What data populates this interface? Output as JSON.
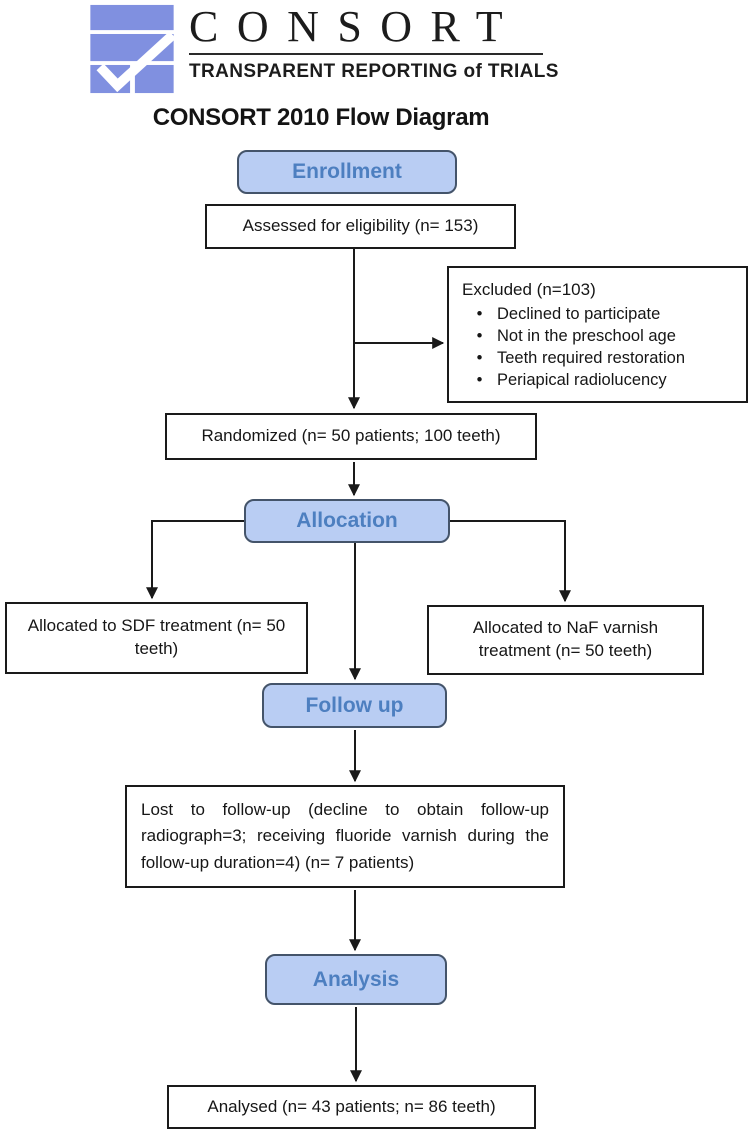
{
  "logo": {
    "wordmark": "CONSORT",
    "tagline": "TRANSPARENT REPORTING of TRIALS"
  },
  "title": "CONSORT 2010 Flow Diagram",
  "stages": {
    "enrollment": "Enrollment",
    "allocation": "Allocation",
    "follow_up": "Follow up",
    "analysis": "Analysis"
  },
  "flow": {
    "assessed": "Assessed for eligibility (n= 153)",
    "excluded": {
      "title": "Excluded (n=103)",
      "items": [
        "Declined to participate",
        "Not in the preschool age",
        "Teeth required restoration",
        "Periapical radiolucency"
      ]
    },
    "randomized": "Randomized (n= 50 patients; 100 teeth)",
    "allocated_sdf": "Allocated to SDF treatment (n= 50 teeth)",
    "allocated_naf": "Allocated to NaF varnish treatment (n= 50 teeth)",
    "lost_followup": "Lost to follow-up (decline to obtain follow-up radiograph=3; receiving fluoride varnish during the follow-up duration=4) (n= 7 patients)",
    "analysed": "Analysed (n= 43 patients; n= 86 teeth)"
  },
  "colors": {
    "stage_fill": "#b9cdf3",
    "stage_border": "#44546a",
    "stage_text": "#4d7fc0",
    "box_border": "#1a1a1a",
    "logo_blue": "#8090e0",
    "arrow": "#1a1a1a"
  }
}
